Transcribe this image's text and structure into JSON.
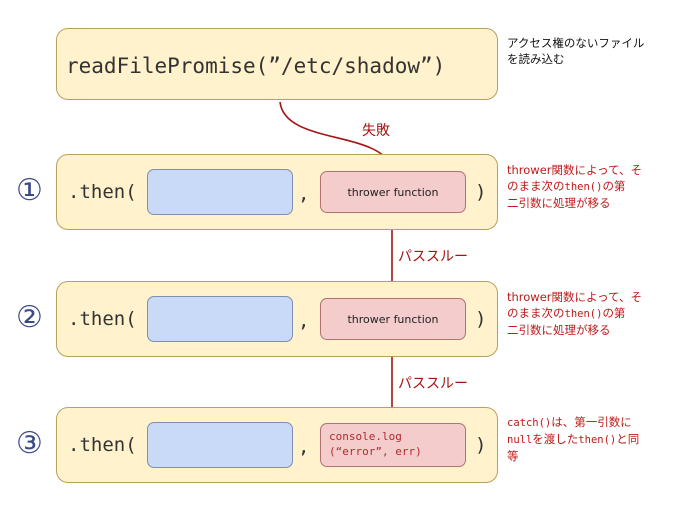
{
  "top": {
    "code": "readFilePromise(”/etc/shadow”)",
    "note": [
      "アクセス権のないファイル",
      "を読み込む"
    ]
  },
  "arrows": {
    "fail": "失敗",
    "passthrough1": "パススルー",
    "passthrough2": "パススルー"
  },
  "rows": [
    {
      "number": "①",
      "then": ".then(",
      "comma": ",",
      "close": ")",
      "second_arg": "thrower function",
      "note": {
        "l1": "thrower関数によって、そ",
        "l2a": "のまま次の",
        "l2code": "then()",
        "l2b": "の第",
        "l3": "二引数に処理が移る"
      }
    },
    {
      "number": "②",
      "then": ".then(",
      "comma": ",",
      "close": ")",
      "second_arg": "thrower function",
      "note": {
        "l1": "thrower関数によって、そ",
        "l2a": "のまま次の",
        "l2code": "then()",
        "l2b": "の第",
        "l3": "二引数に処理が移る"
      }
    },
    {
      "number": "③",
      "then": ".then(",
      "comma": ",",
      "close": ")",
      "second_arg_l1": "console.log",
      "second_arg_l2": "(“error”, err)",
      "note": {
        "c1": "catch()",
        "t1": "は、第一引数に",
        "c2": "null",
        "t2": "を渡した",
        "c3": "then()",
        "t3": "と同",
        "t4": "等"
      }
    }
  ],
  "colors": {
    "box_fill": "#fff2cc",
    "blue_fill": "#c9daf8",
    "red_fill": "#f4cccc",
    "arrow": "#a31414",
    "number": "#3c4a8a"
  }
}
